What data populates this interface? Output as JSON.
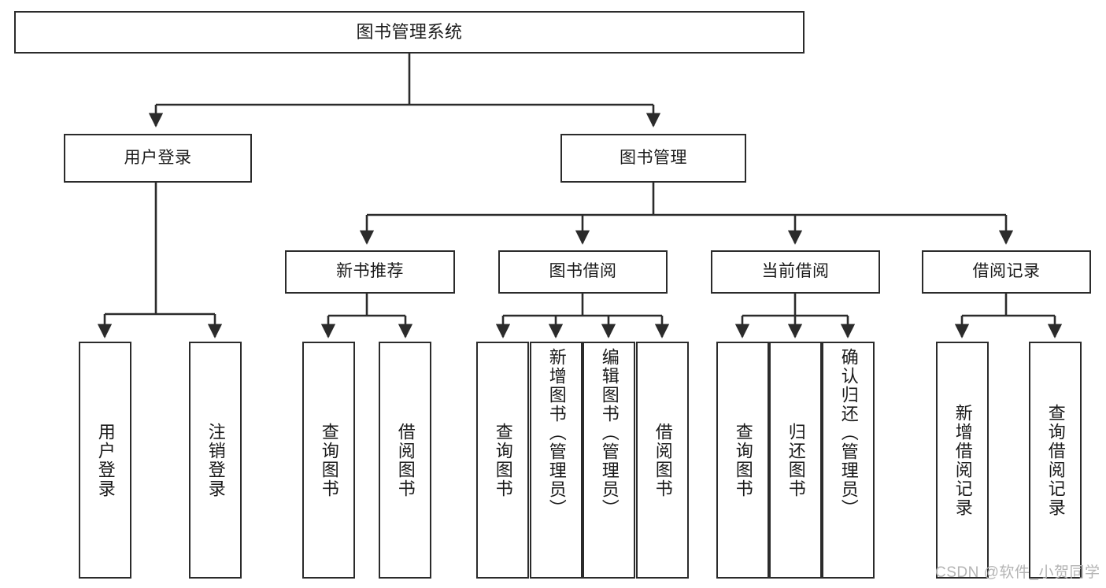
{
  "diagram": {
    "title": "图书管理系统",
    "type": "hierarchy-tree",
    "stroke_color": "#2b2b2b",
    "text_color": "#1a1a1a",
    "background_color": "#ffffff"
  },
  "root": {
    "label": "图书管理系统"
  },
  "level2": [
    {
      "label": "用户登录"
    },
    {
      "label": "图书管理"
    }
  ],
  "level3": [
    {
      "label": "新书推荐"
    },
    {
      "label": "图书借阅"
    },
    {
      "label": "当前借阅"
    },
    {
      "label": "借阅记录"
    }
  ],
  "leaves": {
    "user_login": [
      {
        "label": "用户登录"
      },
      {
        "label": "注销登录"
      }
    ],
    "new_book_recommend": [
      {
        "label": "查询图书"
      },
      {
        "label": "借阅图书"
      }
    ],
    "book_borrow": [
      {
        "label": "查询图书"
      },
      {
        "label": "新增图书（管理员）"
      },
      {
        "label": "编辑图书（管理员）"
      },
      {
        "label": "借阅图书"
      }
    ],
    "current_borrow": [
      {
        "label": "查询图书"
      },
      {
        "label": "归还图书"
      },
      {
        "label": "确认归还（管理员）"
      }
    ],
    "borrow_record": [
      {
        "label": "新增借阅记录"
      },
      {
        "label": "查询借阅记录"
      }
    ]
  },
  "watermark": {
    "text": "CSDN @软件_小贺同学"
  }
}
